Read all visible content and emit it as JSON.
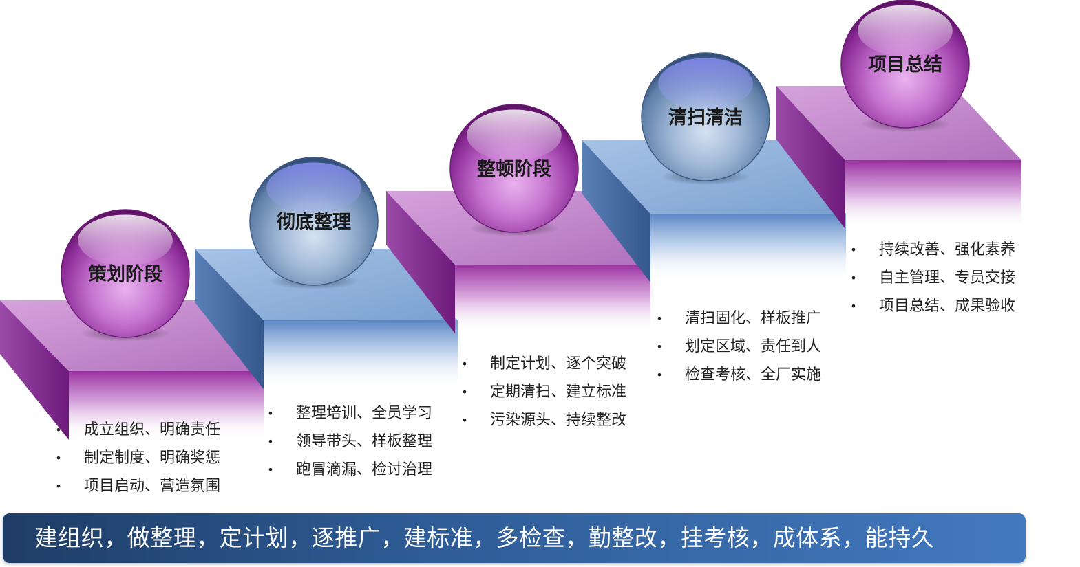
{
  "stages": [
    {
      "title": "策划阶段",
      "theme": "purple",
      "bullet_symbol": "•",
      "items": [
        "成立组织、明确责任",
        "制定制度、明确奖惩",
        "项目启动、营造氛围"
      ]
    },
    {
      "title": "彻底整理",
      "theme": "blue",
      "bullet_symbol": "•",
      "items": [
        "整理培训、全员学习",
        "领导带头、样板整理",
        "跑冒滴漏、检讨治理"
      ]
    },
    {
      "title": "整顿阶段",
      "theme": "purple",
      "bullet_symbol": "•",
      "items": [
        "制定计划、逐个突破",
        "定期清扫、建立标准",
        "污染源头、持续整改"
      ]
    },
    {
      "title": "清扫清洁",
      "theme": "blue",
      "bullet_symbol": "•",
      "items": [
        "清扫固化、样板推广",
        "划定区域、责任到人",
        "检查考核、全厂实施"
      ]
    },
    {
      "title": "项目总结",
      "theme": "purple",
      "bullet_symbol": "•",
      "items": [
        "持续改善、强化素养",
        "自主管理、专员交接",
        "项目总结、成果验收"
      ]
    }
  ],
  "banner": {
    "text": "建组织，做整理，定计划，逐推广，建标准，多检查，勤整改，挂考核，成体系，能持久"
  },
  "colors": {
    "purple_light": "#c98fd2",
    "purple_mid": "#a657b4",
    "purple_dark": "#6e1a7c",
    "blue_light": "#9fbde3",
    "blue_mid": "#6f95c8",
    "blue_dark": "#3c5f93",
    "banner_left": "#1f3d66",
    "banner_right": "#4379bf",
    "text": "#222222"
  }
}
